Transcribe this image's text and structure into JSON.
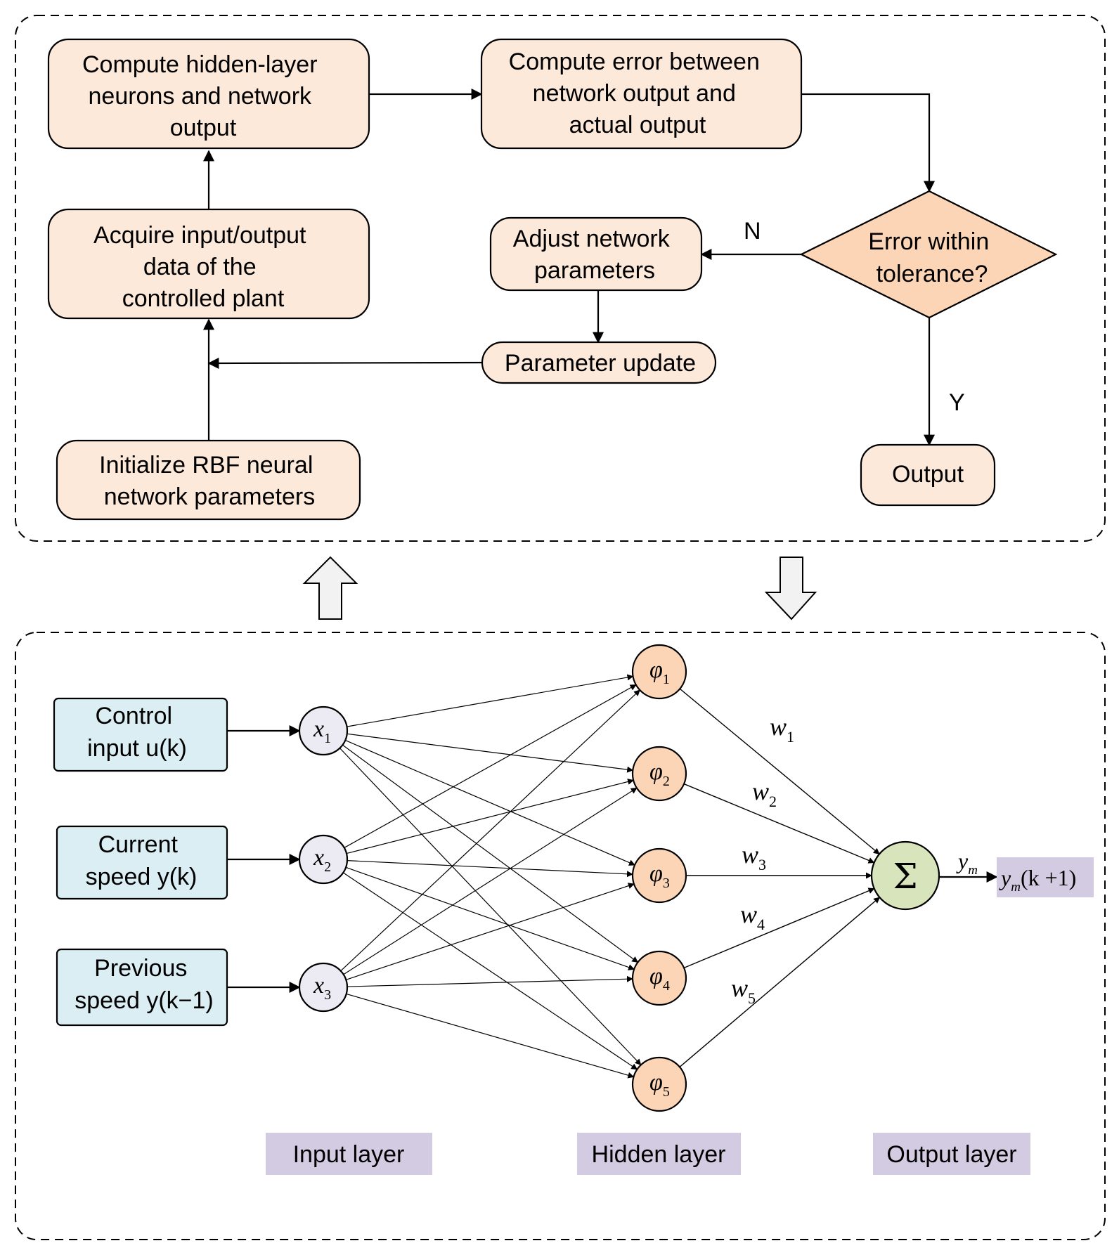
{
  "colors": {
    "flow_box_fill": "#fde9d9",
    "input_box_fill": "#daeef3",
    "input_node_fill": "#ecebf3",
    "hidden_node_fill": "#fbd5b5",
    "sum_node_fill": "#d7e4bc",
    "label_fill": "#d3cbe1",
    "line": "#000000"
  },
  "flowchart": {
    "compute_hidden": [
      "Compute hidden-layer",
      "neurons and network",
      "output"
    ],
    "compute_error": [
      "Compute error between",
      "network output and",
      "actual output"
    ],
    "decision": [
      "Error within",
      "tolerance?"
    ],
    "adjust": [
      "Adjust network",
      "parameters"
    ],
    "acquire": [
      "Acquire input/output",
      "data of the",
      "controlled plant"
    ],
    "param_update": "Parameter update",
    "initialize": [
      "Initialize RBF neural",
      "network parameters"
    ],
    "output": "Output",
    "branch_no": "N",
    "branch_yes": "Y"
  },
  "network": {
    "inputs": [
      [
        "Control",
        "input u(k)"
      ],
      [
        "Current",
        "speed y(k)"
      ],
      [
        "Previous",
        "speed y(k−1)"
      ]
    ],
    "input_nodes": [
      {
        "sym": "x",
        "sub": "1"
      },
      {
        "sym": "x",
        "sub": "2"
      },
      {
        "sym": "x",
        "sub": "3"
      }
    ],
    "hidden_nodes": [
      {
        "sym": "φ",
        "sub": "1"
      },
      {
        "sym": "φ",
        "sub": "2"
      },
      {
        "sym": "φ",
        "sub": "3"
      },
      {
        "sym": "φ",
        "sub": "4"
      },
      {
        "sym": "φ",
        "sub": "5"
      }
    ],
    "weights": [
      {
        "sym": "w",
        "sub": "1"
      },
      {
        "sym": "w",
        "sub": "2"
      },
      {
        "sym": "w",
        "sub": "3"
      },
      {
        "sym": "w",
        "sub": "4"
      },
      {
        "sym": "w",
        "sub": "5"
      }
    ],
    "sum_symbol": "Σ",
    "ym_label": {
      "sym": "y",
      "sub": "m"
    },
    "final_output": {
      "sym": "y",
      "sub": "m",
      "rest": "(k +1)"
    },
    "layer_labels": [
      "Input layer",
      "Hidden layer",
      "Output layer"
    ]
  }
}
